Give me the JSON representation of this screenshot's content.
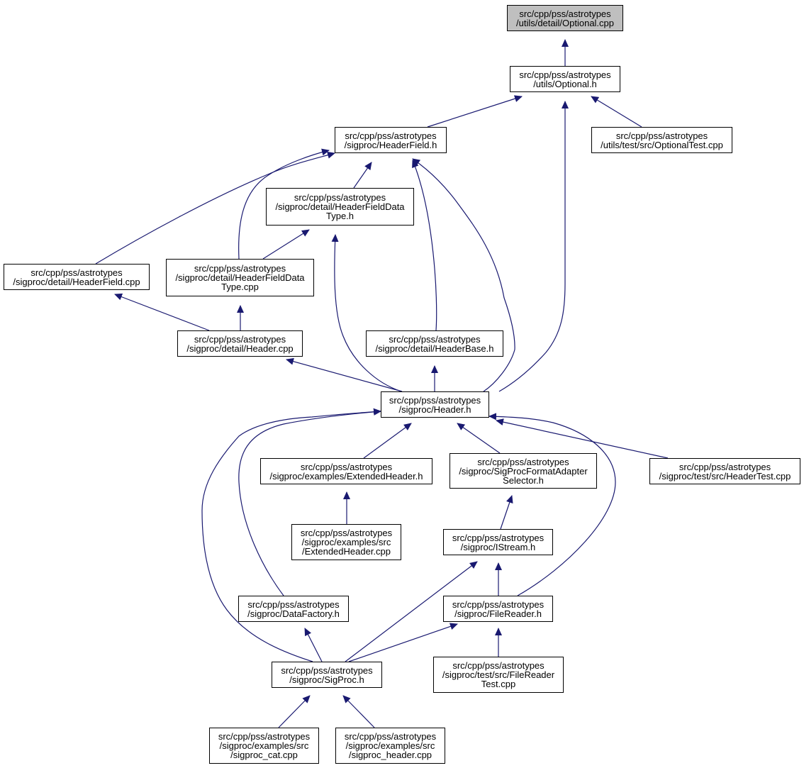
{
  "diagram": {
    "nodes": {
      "optional_cpp": {
        "lines": [
          "src/cpp/pss/astrotypes",
          "/utils/detail/Optional.cpp"
        ],
        "root": true
      },
      "optional_h": {
        "lines": [
          "src/cpp/pss/astrotypes",
          "/utils/Optional.h"
        ]
      },
      "optionaltest_cpp": {
        "lines": [
          "src/cpp/pss/astrotypes",
          "/utils/test/src/OptionalTest.cpp"
        ]
      },
      "headerfield_h": {
        "lines": [
          "src/cpp/pss/astrotypes",
          "/sigproc/HeaderField.h"
        ]
      },
      "headerfielddatatype_h": {
        "lines": [
          "src/cpp/pss/astrotypes",
          "/sigproc/detail/HeaderFieldData",
          "Type.h"
        ]
      },
      "headerfield_cpp": {
        "lines": [
          "src/cpp/pss/astrotypes",
          "/sigproc/detail/HeaderField.cpp"
        ]
      },
      "headerfielddatatype_cpp": {
        "lines": [
          "src/cpp/pss/astrotypes",
          "/sigproc/detail/HeaderFieldData",
          "Type.cpp"
        ]
      },
      "header_cpp": {
        "lines": [
          "src/cpp/pss/astrotypes",
          "/sigproc/detail/Header.cpp"
        ]
      },
      "headerbase_h": {
        "lines": [
          "src/cpp/pss/astrotypes",
          "/sigproc/detail/HeaderBase.h"
        ]
      },
      "header_h": {
        "lines": [
          "src/cpp/pss/astrotypes",
          "/sigproc/Header.h"
        ]
      },
      "extendedheader_h": {
        "lines": [
          "src/cpp/pss/astrotypes",
          "/sigproc/examples/ExtendedHeader.h"
        ]
      },
      "sigprocformatadapter_h": {
        "lines": [
          "src/cpp/pss/astrotypes",
          "/sigproc/SigProcFormatAdapter",
          "Selector.h"
        ]
      },
      "headertest_cpp": {
        "lines": [
          "src/cpp/pss/astrotypes",
          "/sigproc/test/src/HeaderTest.cpp"
        ]
      },
      "extendedheader_cpp": {
        "lines": [
          "src/cpp/pss/astrotypes",
          "/sigproc/examples/src",
          "/ExtendedHeader.cpp"
        ]
      },
      "istream_h": {
        "lines": [
          "src/cpp/pss/astrotypes",
          "/sigproc/IStream.h"
        ]
      },
      "datafactory_h": {
        "lines": [
          "src/cpp/pss/astrotypes",
          "/sigproc/DataFactory.h"
        ]
      },
      "filereader_h": {
        "lines": [
          "src/cpp/pss/astrotypes",
          "/sigproc/FileReader.h"
        ]
      },
      "sigproc_h": {
        "lines": [
          "src/cpp/pss/astrotypes",
          "/sigproc/SigProc.h"
        ]
      },
      "filereadertest_cpp": {
        "lines": [
          "src/cpp/pss/astrotypes",
          "/sigproc/test/src/FileReader",
          "Test.cpp"
        ]
      },
      "sigproc_cat_cpp": {
        "lines": [
          "src/cpp/pss/astrotypes",
          "/sigproc/examples/src",
          "/sigproc_cat.cpp"
        ]
      },
      "sigproc_header_cpp": {
        "lines": [
          "src/cpp/pss/astrotypes",
          "/sigproc/examples/src",
          "/sigproc_header.cpp"
        ]
      }
    },
    "edges": [
      {
        "from": "optional_h",
        "to": "optional_cpp"
      },
      {
        "from": "headerfield_h",
        "to": "optional_h"
      },
      {
        "from": "optionaltest_cpp",
        "to": "optional_h"
      },
      {
        "from": "header_h",
        "to": "optional_h"
      },
      {
        "from": "headerfielddatatype_h",
        "to": "headerfield_h"
      },
      {
        "from": "headerfield_cpp",
        "to": "headerfield_h"
      },
      {
        "from": "headerfielddatatype_cpp",
        "to": "headerfield_h"
      },
      {
        "from": "headerbase_h",
        "to": "headerfield_h"
      },
      {
        "from": "header_h",
        "to": "headerfield_h"
      },
      {
        "from": "headerfielddatatype_cpp",
        "to": "headerfielddatatype_h"
      },
      {
        "from": "header_h",
        "to": "headerfielddatatype_h"
      },
      {
        "from": "header_cpp",
        "to": "headerfield_cpp"
      },
      {
        "from": "header_cpp",
        "to": "headerfielddatatype_cpp"
      },
      {
        "from": "header_h",
        "to": "header_cpp"
      },
      {
        "from": "header_h",
        "to": "headerbase_h"
      },
      {
        "from": "extendedheader_h",
        "to": "header_h"
      },
      {
        "from": "sigprocformatadapter_h",
        "to": "header_h"
      },
      {
        "from": "headertest_cpp",
        "to": "header_h"
      },
      {
        "from": "datafactory_h",
        "to": "header_h"
      },
      {
        "from": "filereader_h",
        "to": "header_h"
      },
      {
        "from": "sigproc_h",
        "to": "header_h"
      },
      {
        "from": "extendedheader_cpp",
        "to": "extendedheader_h"
      },
      {
        "from": "istream_h",
        "to": "sigprocformatadapter_h"
      },
      {
        "from": "filereader_h",
        "to": "istream_h"
      },
      {
        "from": "sigproc_h",
        "to": "istream_h"
      },
      {
        "from": "sigproc_h",
        "to": "datafactory_h"
      },
      {
        "from": "sigproc_h",
        "to": "filereader_h"
      },
      {
        "from": "filereadertest_cpp",
        "to": "filereader_h"
      },
      {
        "from": "sigproc_cat_cpp",
        "to": "sigproc_h"
      },
      {
        "from": "sigproc_header_cpp",
        "to": "sigproc_h"
      }
    ]
  },
  "colors": {
    "edge": "#191970",
    "root_fill": "#bfbfbf",
    "node_border": "#000000",
    "node_fill": "#ffffff"
  }
}
